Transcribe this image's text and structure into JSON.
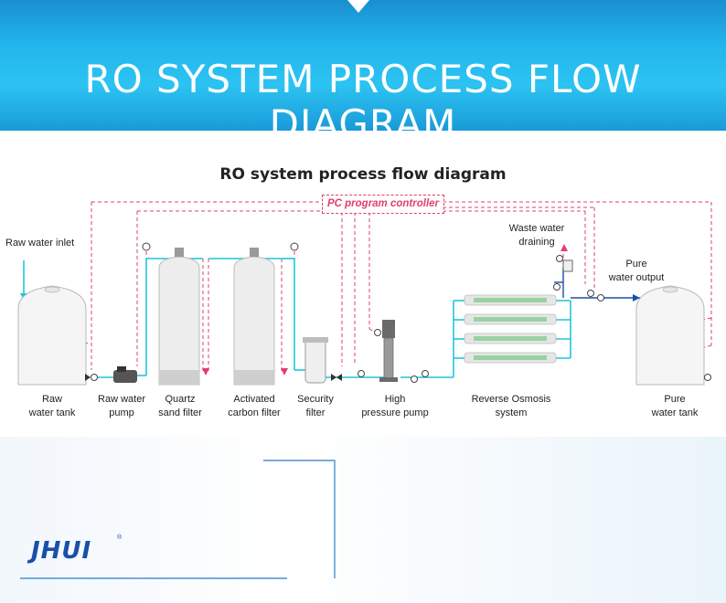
{
  "banner": {
    "title": "RO SYSTEM PROCESS FLOW DIAGRAM"
  },
  "diagram": {
    "title": "RO system process flow diagram",
    "controller_label": "PC program controller",
    "inlet_label": "Raw water inlet",
    "waste_label": [
      "Waste water",
      "draining"
    ],
    "output_label": [
      "Pure",
      "water output"
    ],
    "components": [
      {
        "name": "raw-water-tank",
        "label": [
          "Raw",
          "water tank"
        ]
      },
      {
        "name": "raw-water-pump",
        "label": [
          "Raw water",
          "pump"
        ]
      },
      {
        "name": "quartz-sand-filter",
        "label": [
          "Quartz",
          "sand filter"
        ]
      },
      {
        "name": "activated-carbon-filter",
        "label": [
          "Activated",
          "carbon filter"
        ]
      },
      {
        "name": "security-filter",
        "label": [
          "Security",
          "filter"
        ]
      },
      {
        "name": "high-pressure-pump",
        "label": [
          "High",
          "pressure pump"
        ]
      },
      {
        "name": "reverse-osmosis-system",
        "label": [
          "Reverse Osmosis",
          "system"
        ]
      },
      {
        "name": "pure-water-tank",
        "label": [
          "Pure",
          "water tank"
        ]
      }
    ]
  },
  "footer": {
    "logo_text": "JHUI",
    "logo_mark": "®"
  },
  "colors": {
    "banner_blue": "#22b6ec",
    "control_line": "#e0406b",
    "water_line": "#1fc6d8",
    "pure_line": "#1a4fa8",
    "logo_blue": "#1a4fa8"
  }
}
